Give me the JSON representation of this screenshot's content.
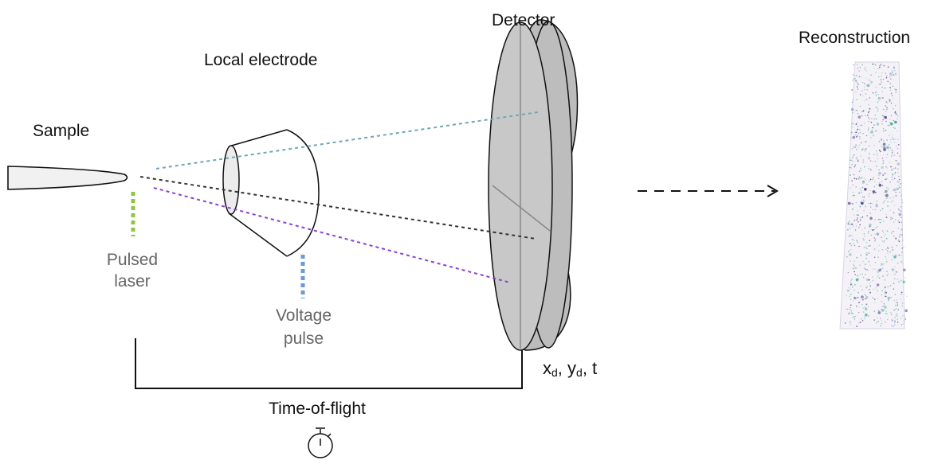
{
  "labels": {
    "sample": "Sample",
    "local_electrode": "Local electrode",
    "detector": "Detector",
    "reconstruction": "Reconstruction",
    "pulsed_laser_line1": "Pulsed",
    "pulsed_laser_line2": "laser",
    "voltage_pulse_line1": "Voltage",
    "voltage_pulse_line2": "pulse",
    "time_of_flight": "Time-of-flight"
  },
  "detector_coords": {
    "x": "x",
    "x_sub": "d",
    "sep1": ", ",
    "y": "y",
    "y_sub": "d",
    "sep2": ", t"
  },
  "icons": {
    "stopwatch": "stopwatch-icon",
    "arrow": "dashed-arrow-right-icon"
  },
  "colors": {
    "teal_trajectory": "#6fa7b0",
    "black_trajectory": "#333333",
    "purple_trajectory": "#8a3fd6",
    "laser": "#8cc63f",
    "voltage": "#6b9bd1",
    "detector_fill": "#c8c8c8",
    "atom_teal": "#4aa79a",
    "atom_purple": "#5b3c8f"
  }
}
